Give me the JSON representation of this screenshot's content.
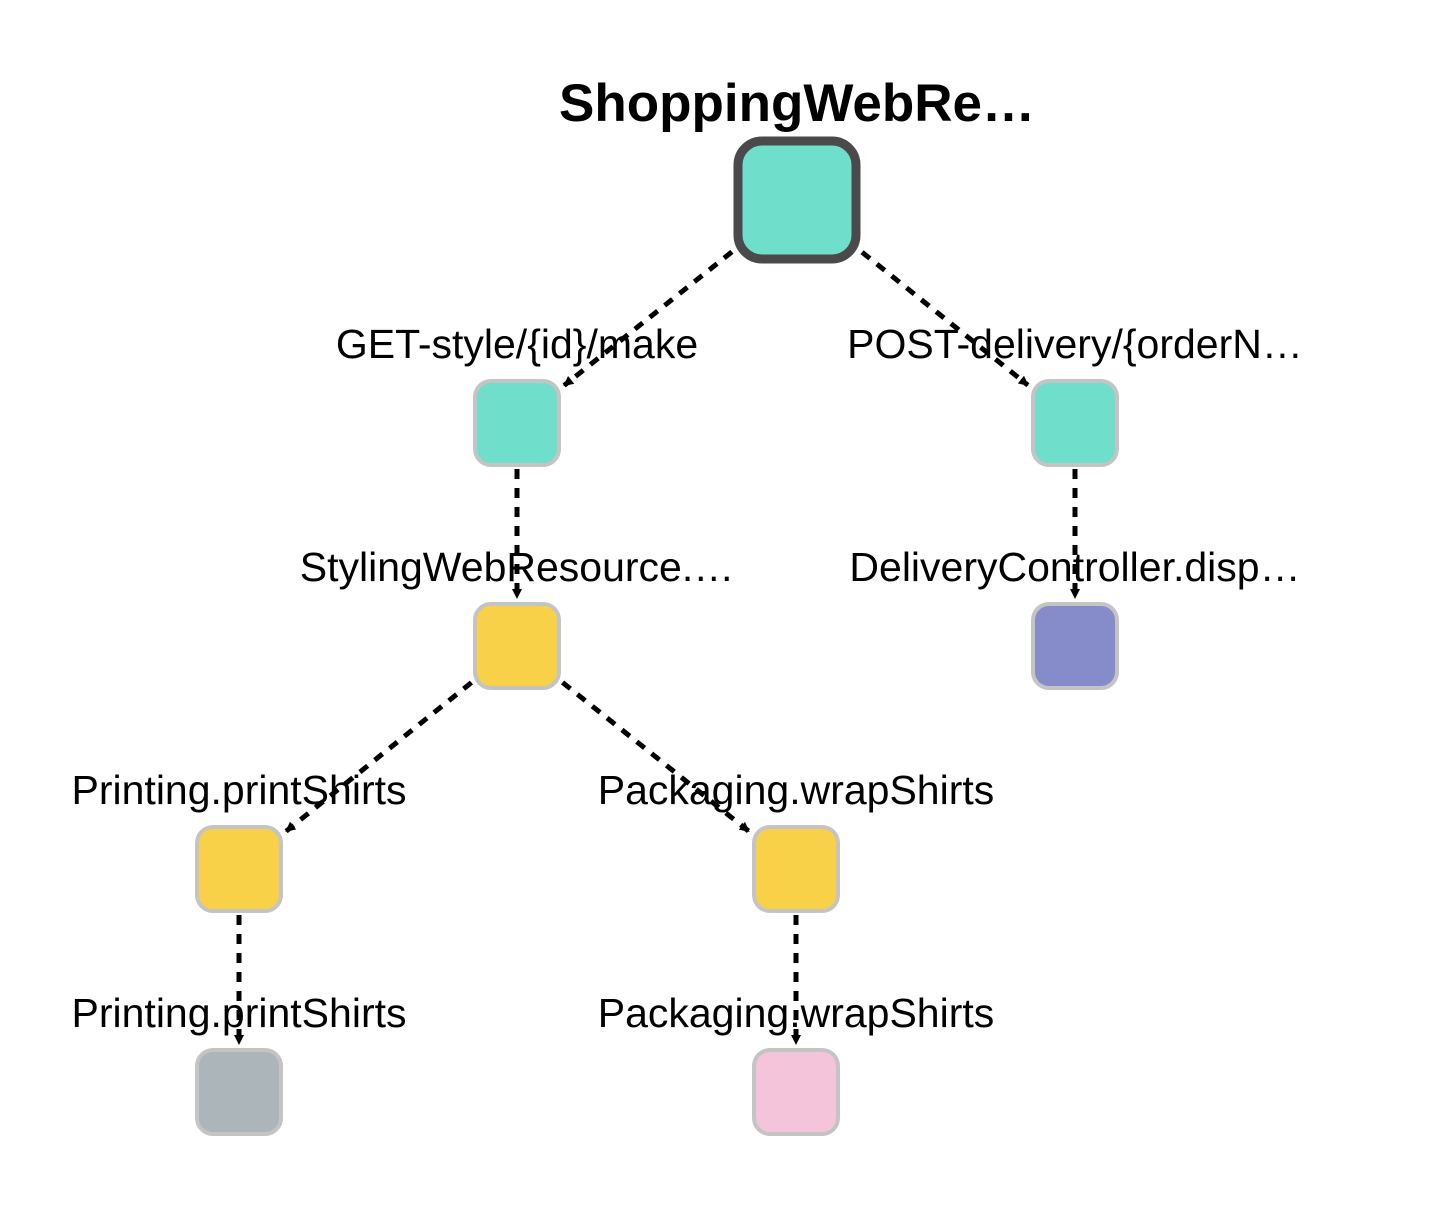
{
  "diagram": {
    "nodes": [
      {
        "id": "shopping",
        "label": "ShoppingWebRe…",
        "color": "#6fdeca",
        "border": "#4a4a4a",
        "root": true
      },
      {
        "id": "get-style",
        "label": "GET-style/{id}/make",
        "color": "#6fdeca",
        "border": "#c4c4c4"
      },
      {
        "id": "post-delivery",
        "label": "POST-delivery/{orderN…",
        "color": "#6fdeca",
        "border": "#c4c4c4"
      },
      {
        "id": "styling",
        "label": "StylingWebResource.…",
        "color": "#f8d148",
        "border": "#c4c4c4"
      },
      {
        "id": "delivery-controller",
        "label": "DeliveryController.disp…",
        "color": "#858cc9",
        "border": "#c4c4c4"
      },
      {
        "id": "printing-1",
        "label": "Printing.printShirts",
        "color": "#f8d148",
        "border": "#c4c4c4"
      },
      {
        "id": "packaging-1",
        "label": "Packaging.wrapShirts",
        "color": "#f8d148",
        "border": "#c4c4c4"
      },
      {
        "id": "printing-2",
        "label": "Printing.printShirts",
        "color": "#acb5ba",
        "border": "#c4c4c4"
      },
      {
        "id": "packaging-2",
        "label": "Packaging.wrapShirts",
        "color": "#f3c4da",
        "border": "#c4c4c4"
      }
    ],
    "edges": [
      {
        "from": "shopping",
        "to": "get-style"
      },
      {
        "from": "shopping",
        "to": "post-delivery"
      },
      {
        "from": "get-style",
        "to": "styling"
      },
      {
        "from": "post-delivery",
        "to": "delivery-controller"
      },
      {
        "from": "styling",
        "to": "printing-1"
      },
      {
        "from": "styling",
        "to": "packaging-1"
      },
      {
        "from": "printing-1",
        "to": "printing-2"
      },
      {
        "from": "packaging-1",
        "to": "packaging-2"
      }
    ]
  }
}
